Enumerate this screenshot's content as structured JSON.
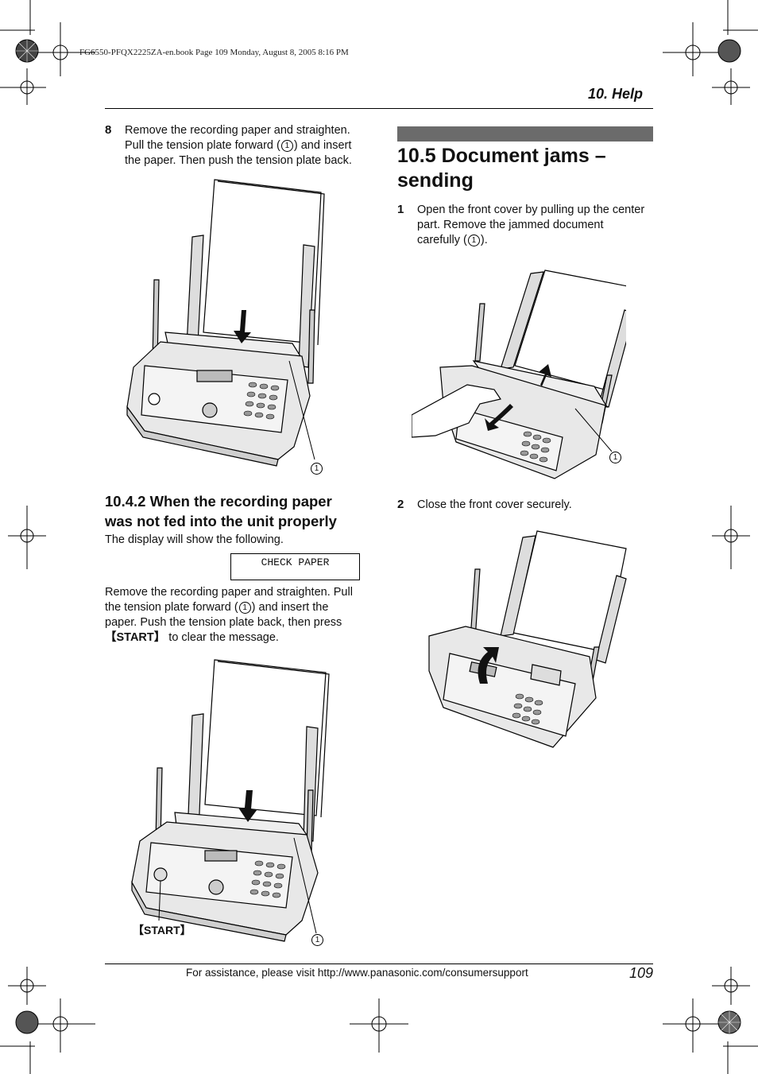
{
  "print_header": "FG6550-PFQX2225ZA-en.book  Page 109  Monday, August 8, 2005  8:16 PM",
  "section_header": "10. Help",
  "left": {
    "step8": {
      "num": "8",
      "line1": "Remove the recording paper and straighten.",
      "line2a": "Pull the tension plate forward (",
      "line2b": ") and insert",
      "line3": "the paper. Then push the tension plate back."
    },
    "fig1_callout": "1",
    "subheading_line1": "10.4.2 When the recording paper",
    "subheading_line2": "was not fed into the unit properly",
    "display_intro": "The display will show the following.",
    "display_text": "CHECK PAPER",
    "para": {
      "l1": "Remove the recording paper and straighten. Pull",
      "l2a": "the tension plate forward (",
      "l2b": ") and insert the",
      "l3": "paper. Push the tension plate back, then press",
      "l4_key": "【START】",
      "l4_rest": " to clear the message."
    },
    "fig2_start_label": "【START】",
    "fig2_callout": "1"
  },
  "right": {
    "heading_line1": "10.5 Document jams –",
    "heading_line2": "sending",
    "step1": {
      "num": "1",
      "line1": "Open the front cover by pulling up the center",
      "line2": "part. Remove the jammed document",
      "line3a": "carefully (",
      "line3b": ")."
    },
    "fig3_callout": "1",
    "step2": {
      "num": "2",
      "text": "Close the front cover securely."
    }
  },
  "circled_one": "1",
  "footer_text": "For assistance, please visit http://www.panasonic.com/consumersupport",
  "page_number": "109"
}
